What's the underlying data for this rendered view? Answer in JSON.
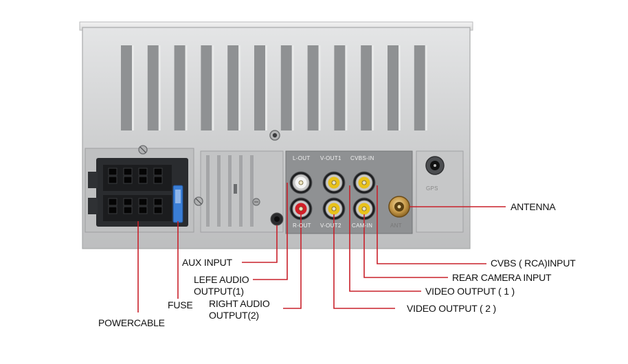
{
  "panel": {
    "jack_labels": {
      "l_out": "L-OUT",
      "v_out1": "V-OUT1",
      "cvbs_in": "CVBS-IN",
      "r_out": "R-OUT",
      "v_out2": "V-OUT2",
      "cam_in": "CAM-IN",
      "ant": "ANT",
      "gps": "GPS"
    }
  },
  "callouts": {
    "antenna": "ANTENNA",
    "cvbs_input": "CVBS ( RCA)INPUT",
    "rear_camera_input": "REAR CAMERA INPUT",
    "video_output_1": "VIDEO OUTPUT ( 1 )",
    "video_output_2": "VIDEO OUTPUT ( 2 )",
    "aux_input": "AUX INPUT",
    "left_audio_line1": "LEFE AUDIO",
    "left_audio_line2": "OUTPUT(1)",
    "fuse": "FUSE",
    "right_audio_line1": "RIGHT AUDIO",
    "right_audio_line2": "OUTPUT(2)",
    "powercable": "POWERCABLE"
  },
  "colors": {
    "panel": "#c9cacb",
    "panel_shadow": "#8e9092",
    "line": "#c8202a",
    "jack_red": "#d21f28",
    "jack_yellow": "#e8c11a",
    "jack_white": "#f4f4f4",
    "connector": "#2a2c2f",
    "fuse": "#3a7ed6"
  }
}
